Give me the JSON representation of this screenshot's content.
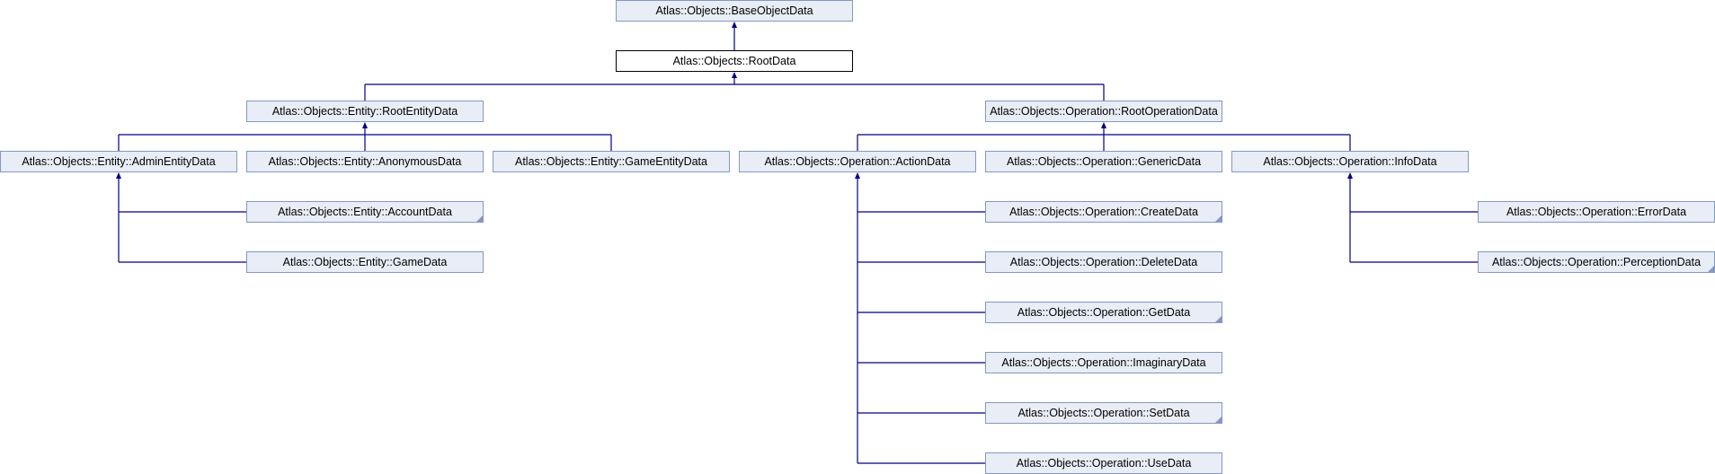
{
  "nodes": {
    "base_object": {
      "label": "Atlas::Objects::BaseObjectData"
    },
    "root": {
      "label": "Atlas::Objects::RootData"
    },
    "root_entity": {
      "label": "Atlas::Objects::Entity::RootEntityData"
    },
    "root_operation": {
      "label": "Atlas::Objects::Operation::RootOperationData"
    },
    "admin_entity": {
      "label": "Atlas::Objects::Entity::AdminEntityData"
    },
    "anonymous": {
      "label": "Atlas::Objects::Entity::AnonymousData"
    },
    "game_entity": {
      "label": "Atlas::Objects::Entity::GameEntityData"
    },
    "action": {
      "label": "Atlas::Objects::Operation::ActionData"
    },
    "generic": {
      "label": "Atlas::Objects::Operation::GenericData"
    },
    "info": {
      "label": "Atlas::Objects::Operation::InfoData"
    },
    "account": {
      "label": "Atlas::Objects::Entity::AccountData"
    },
    "game": {
      "label": "Atlas::Objects::Entity::GameData"
    },
    "create": {
      "label": "Atlas::Objects::Operation::CreateData"
    },
    "delete": {
      "label": "Atlas::Objects::Operation::DeleteData"
    },
    "get": {
      "label": "Atlas::Objects::Operation::GetData"
    },
    "imaginary": {
      "label": "Atlas::Objects::Operation::ImaginaryData"
    },
    "set": {
      "label": "Atlas::Objects::Operation::SetData"
    },
    "use": {
      "label": "Atlas::Objects::Operation::UseData"
    },
    "error": {
      "label": "Atlas::Objects::Operation::ErrorData"
    },
    "perception": {
      "label": "Atlas::Objects::Operation::PerceptionData"
    }
  },
  "edges": [
    [
      "root",
      "base_object"
    ],
    [
      "root_entity",
      "root"
    ],
    [
      "root_operation",
      "root"
    ],
    [
      "admin_entity",
      "root_entity"
    ],
    [
      "anonymous",
      "root_entity"
    ],
    [
      "game_entity",
      "root_entity"
    ],
    [
      "action",
      "root_operation"
    ],
    [
      "generic",
      "root_operation"
    ],
    [
      "info",
      "root_operation"
    ],
    [
      "account",
      "admin_entity"
    ],
    [
      "game",
      "admin_entity"
    ],
    [
      "create",
      "action"
    ],
    [
      "delete",
      "action"
    ],
    [
      "get",
      "action"
    ],
    [
      "imaginary",
      "action"
    ],
    [
      "set",
      "action"
    ],
    [
      "use",
      "action"
    ],
    [
      "error",
      "info"
    ],
    [
      "perception",
      "info"
    ]
  ]
}
